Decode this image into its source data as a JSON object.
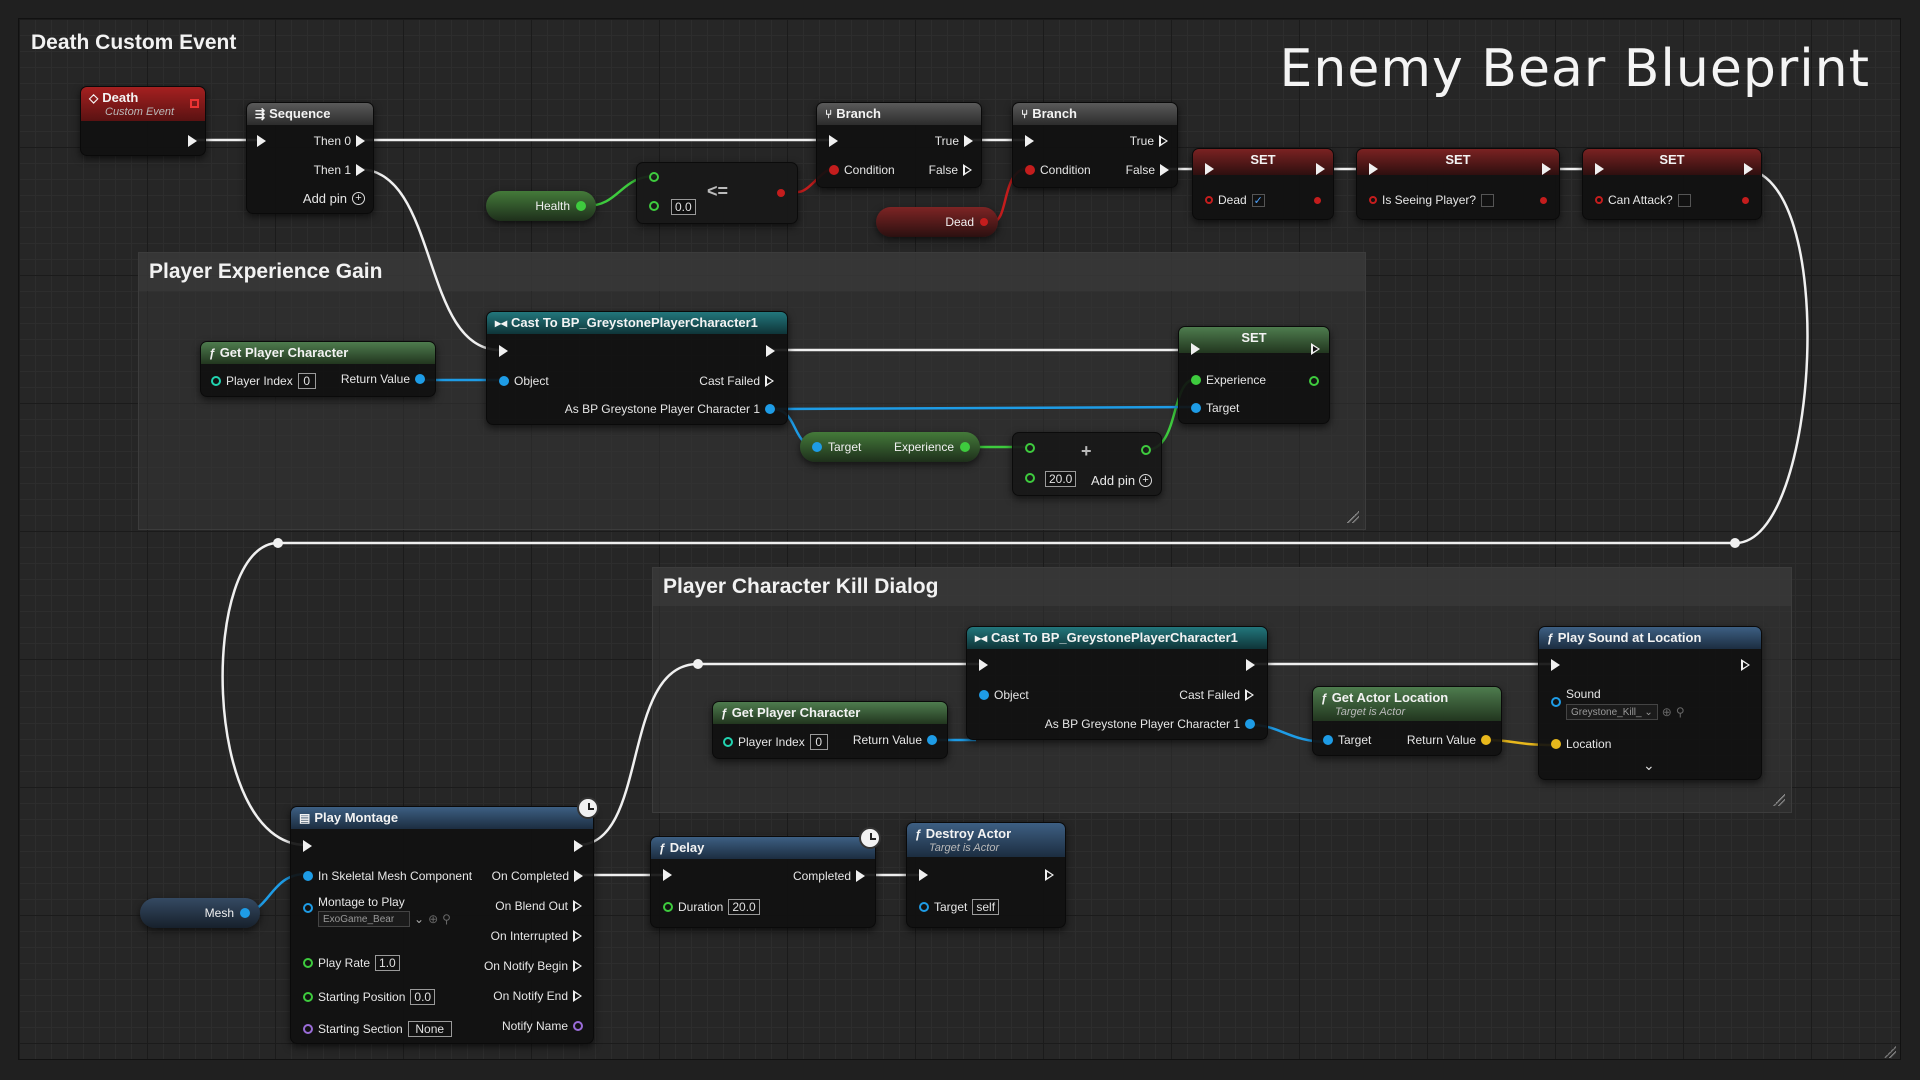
{
  "graph_title": "Enemy Bear Blueprint",
  "comments": {
    "death_event": "Death Custom Event",
    "experience": "Player Experience Gain",
    "kill_dialog": "Player Character Kill Dialog"
  },
  "death_node": {
    "title": "Death",
    "subtitle": "Custom Event"
  },
  "sequence": {
    "title": "Sequence",
    "then0": "Then 0",
    "then1": "Then 1",
    "add_pin": "Add pin"
  },
  "health_var": "Health",
  "compare": {
    "op": "<=",
    "value": "0.0"
  },
  "branch1": {
    "title": "Branch",
    "true": "True",
    "false": "False",
    "condition": "Condition"
  },
  "branch2": {
    "title": "Branch",
    "true": "True",
    "false": "False",
    "condition": "Condition"
  },
  "dead_var": "Dead",
  "set_dead": {
    "title": "SET",
    "label": "Dead",
    "checked": "✓"
  },
  "set_seeing": {
    "title": "SET",
    "label": "Is Seeing Player?"
  },
  "set_attack": {
    "title": "SET",
    "label": "Can Attack?"
  },
  "get_player_1": {
    "title": "Get Player Character",
    "player_index": "Player Index",
    "index_value": "0",
    "return": "Return Value"
  },
  "cast_1": {
    "title": "Cast To BP_GreystonePlayerCharacter1",
    "object": "Object",
    "cast_failed": "Cast Failed",
    "as_bp": "As BP Greystone Player Character 1"
  },
  "get_experience": {
    "target": "Target",
    "experience": "Experience"
  },
  "add_node": {
    "value": "20.0",
    "add_pin": "Add pin"
  },
  "set_experience": {
    "title": "SET",
    "experience": "Experience",
    "target": "Target"
  },
  "get_player_2": {
    "title": "Get Player Character",
    "player_index": "Player Index",
    "index_value": "0",
    "return": "Return Value"
  },
  "cast_2": {
    "title": "Cast To BP_GreystonePlayerCharacter1",
    "object": "Object",
    "cast_failed": "Cast Failed",
    "as_bp": "As BP Greystone Player Character 1"
  },
  "get_actor_location": {
    "title": "Get Actor Location",
    "subtitle": "Target is Actor",
    "target": "Target",
    "return": "Return Value"
  },
  "play_sound": {
    "title": "Play Sound at Location",
    "sound": "Sound",
    "sound_value": "Greystone_Kill_",
    "location": "Location"
  },
  "play_montage": {
    "title": "Play Montage",
    "in_mesh": "In Skeletal Mesh Component",
    "montage": "Montage to Play",
    "montage_value": "ExoGame_Bear",
    "play_rate": "Play Rate",
    "play_rate_value": "1.0",
    "start_pos": "Starting Position",
    "start_pos_value": "0.0",
    "start_section": "Starting Section",
    "start_section_value": "None",
    "on_completed": "On Completed",
    "on_blend_out": "On Blend Out",
    "on_interrupted": "On Interrupted",
    "on_notify_begin": "On Notify Begin",
    "on_notify_end": "On Notify End",
    "notify_name": "Notify Name"
  },
  "mesh_var": "Mesh",
  "delay": {
    "title": "Delay",
    "completed": "Completed",
    "duration": "Duration",
    "duration_value": "20.0"
  },
  "destroy": {
    "title": "Destroy Actor",
    "subtitle": "Target is Actor",
    "target": "Target",
    "target_value": "self"
  },
  "colors": {
    "exec": "#f0f0f0",
    "float": "#3ecb3e",
    "object": "#1e9ce6",
    "bool": "#c41d1d",
    "vector": "#e8b81c",
    "name": "#9a6cd8"
  }
}
